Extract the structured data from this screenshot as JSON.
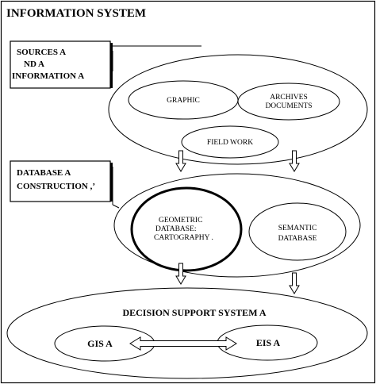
{
  "title": "INFORMATION SYSTEM",
  "boxes": {
    "sources": {
      "line1": "SOURCES A",
      "line2": "ND A",
      "line3": "INFORMATION A"
    },
    "database": {
      "line1": "DATABASE A",
      "line2": "CONSTRUCTION ,’"
    }
  },
  "sources_ellipse": {
    "graphic": "GRAPHIC",
    "archives_line1": "ARCHIVES",
    "archives_line2": "DOCUMENTS",
    "field_work": "FIELD WORK"
  },
  "database_ellipse": {
    "geometric_line1": "GEOMETRIC",
    "geometric_line2": "DATABASE:",
    "geometric_line3": "CARTOGRAPHY .",
    "semantic_line1": "SEMANTIC",
    "semantic_line2": "DATABASE"
  },
  "decision_ellipse": {
    "title": "DECISION SUPPORT SYSTEM A",
    "gis": "GIS A",
    "eis": "EIS A"
  },
  "colors": {
    "stroke": "#000000",
    "background": "#ffffff"
  }
}
